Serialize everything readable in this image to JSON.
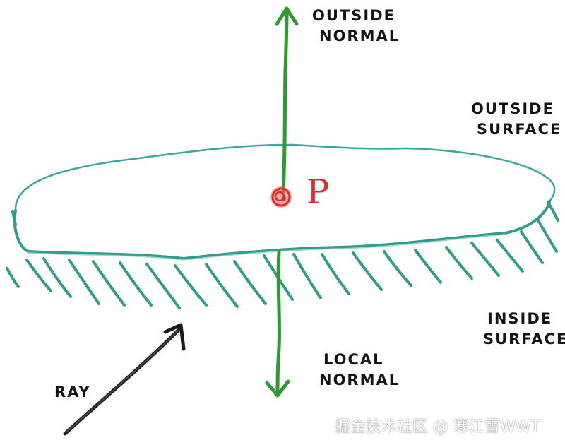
{
  "labels": {
    "outside_normal": [
      "OUTSIDE",
      "NORMAL"
    ],
    "outside_surface": [
      "OUTSIDE",
      "SURFACE"
    ],
    "inside_surface": [
      "INSIDE",
      "SURFACE"
    ],
    "local_normal": [
      "LOCAL",
      "NORMAL"
    ],
    "ray": "RAY",
    "point": "P"
  },
  "watermark": "掘金技术社区 @ 寒江雪WWT",
  "colors": {
    "surface": "#3aa89a",
    "hatch": "#2f9c8c",
    "normal": "#2e9a2e",
    "point": "#e32a2a",
    "ray": "#1a1a1a",
    "text": "#141414"
  }
}
